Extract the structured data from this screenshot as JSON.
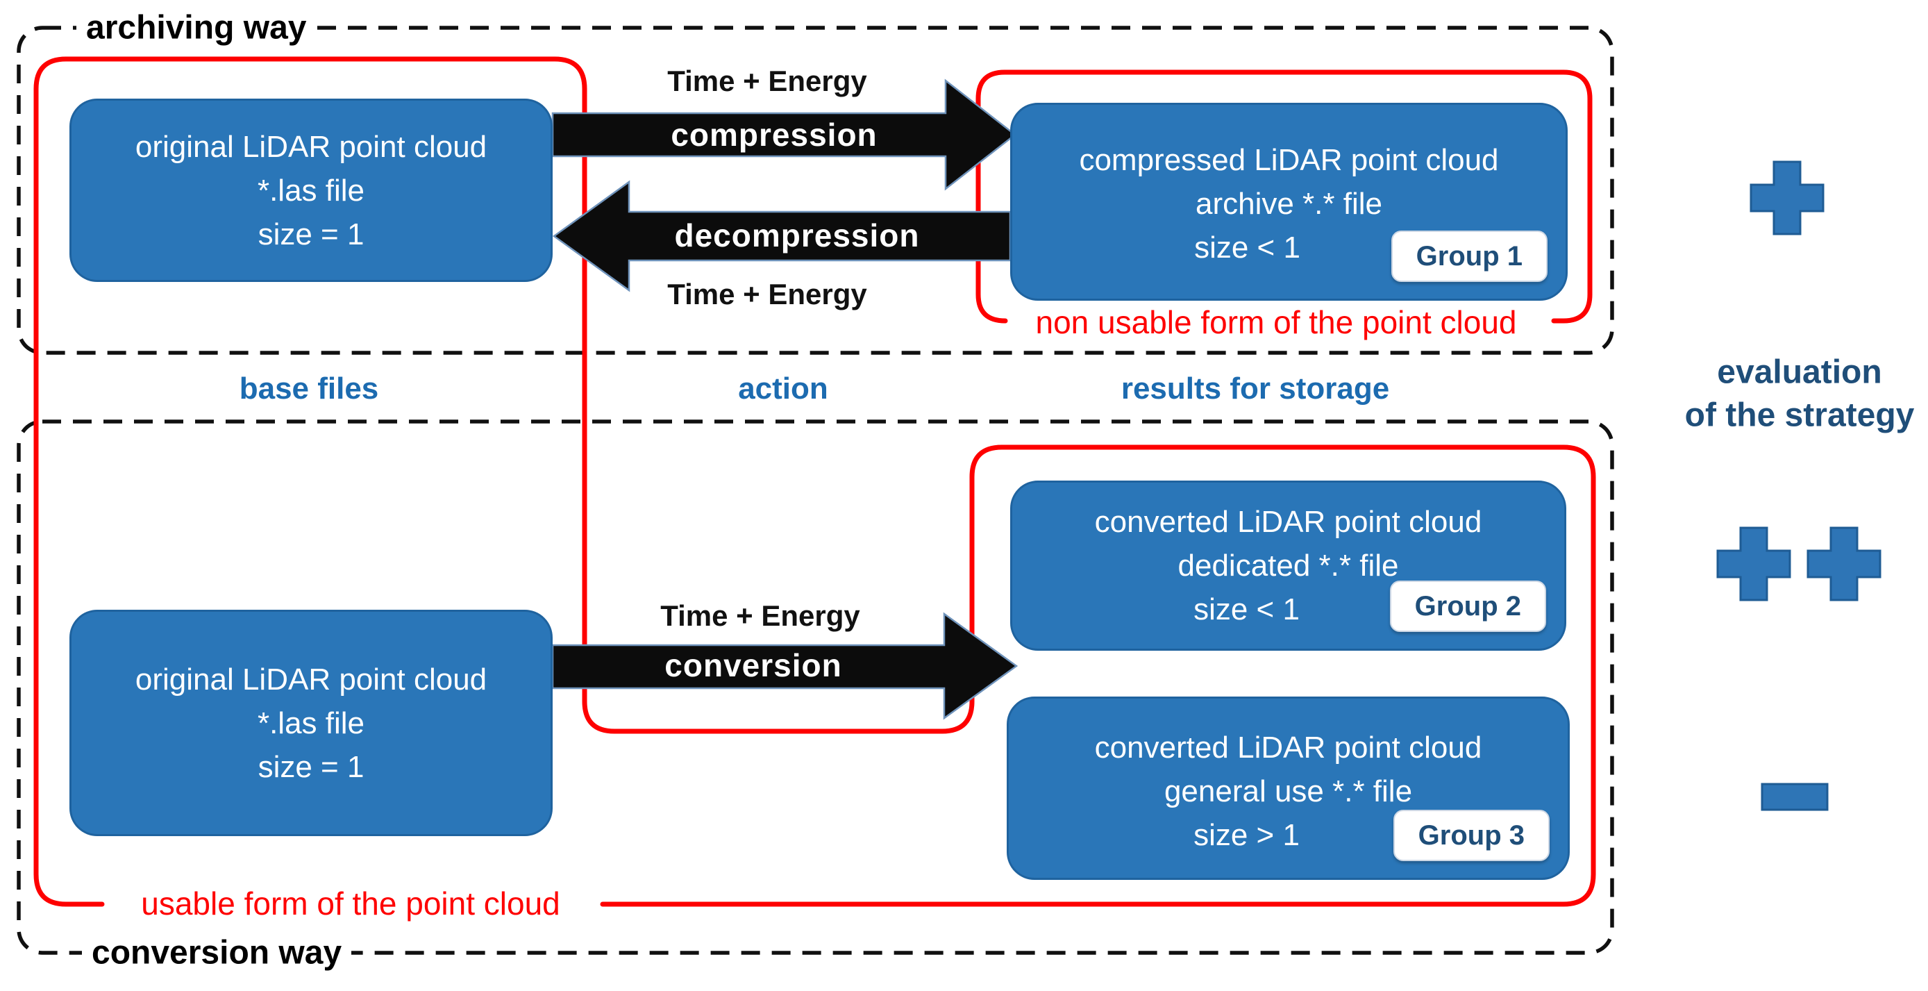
{
  "regions": {
    "archiving": {
      "label": "archiving way"
    },
    "conversion": {
      "label": "conversion way"
    }
  },
  "column_headers": {
    "base_files": "base files",
    "action": "action",
    "results": "results for storage"
  },
  "boxes": {
    "original_top": {
      "lines": [
        "original LiDAR point cloud",
        "*.las file",
        "size = 1"
      ]
    },
    "compressed": {
      "lines": [
        "compressed LiDAR point cloud",
        "archive *.* file",
        "size < 1"
      ],
      "badge": "Group 1"
    },
    "original_bottom": {
      "lines": [
        "original LiDAR point cloud",
        "*.las file",
        "size = 1"
      ]
    },
    "converted_dedicated": {
      "lines": [
        "converted LiDAR point cloud",
        "dedicated *.* file",
        "size < 1"
      ],
      "badge": "Group 2"
    },
    "converted_general": {
      "lines": [
        "converted LiDAR point cloud",
        "general use *.* file",
        "size > 1"
      ],
      "badge": "Group 3"
    }
  },
  "processes": {
    "compression": {
      "label": "compression",
      "cost": "Time + Energy"
    },
    "decompression": {
      "label": "decompression",
      "cost": "Time + Energy"
    },
    "conversion": {
      "label": "conversion",
      "cost": "Time + Energy"
    }
  },
  "annotations": {
    "non_usable": "non usable form of the point cloud",
    "usable": "usable form of the point cloud",
    "evaluation": {
      "line1": "evaluation",
      "line2": "of the strategy"
    },
    "ratings": {
      "archiving": "+",
      "conversion_dedicated": "++",
      "conversion_general": "-"
    }
  },
  "colors": {
    "box_blue": "#2a76b8",
    "box_border": "#1f639f",
    "navy_text": "#1f4e79",
    "header_blue": "#1c6bb0",
    "red": "#fe0000",
    "arrow_black": "#0c0c0c"
  }
}
